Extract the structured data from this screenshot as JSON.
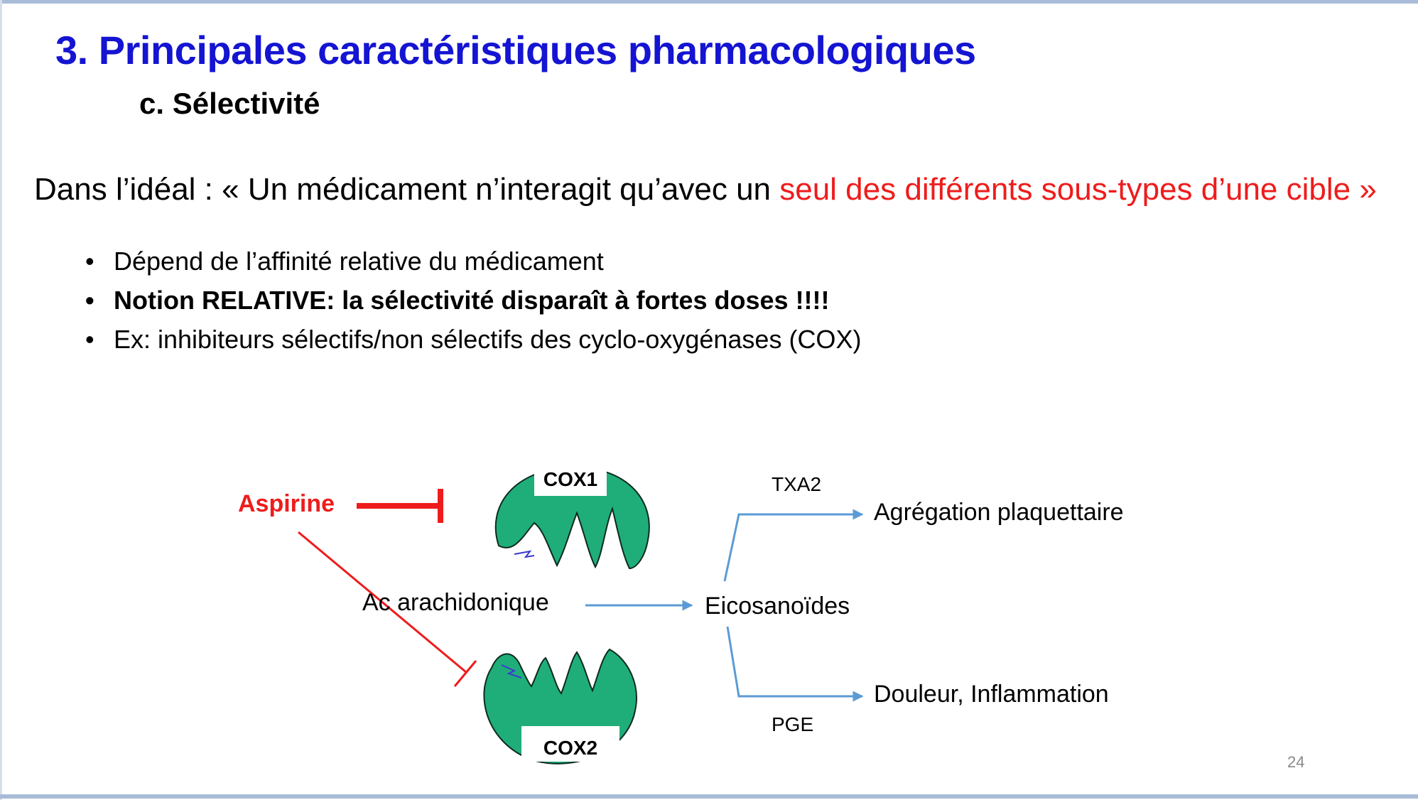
{
  "slide": {
    "title": "3. Principales caractéristiques pharmacologiques",
    "subtitle": "c. Sélectivité",
    "ideal_prefix": "Dans l’idéal : « Un médicament n’interagit qu’avec un ",
    "ideal_highlight": "seul des différents sous-types d’une cible »",
    "bullet_char": "•",
    "bullets": [
      "Dépend de l’affinité relative du médicament",
      "Notion RELATIVE: la sélectivité disparaît à fortes doses !!!!",
      "Ex: inhibiteurs sélectifs/non sélectifs des cyclo-oxygénases (COX)"
    ],
    "page_number": "24"
  },
  "diagram": {
    "aspirine": "Aspirine",
    "cox1": "COX1",
    "cox2": "COX2",
    "substrate": "Ac arachidonique",
    "product": "Eicosanoïdes",
    "branch_top_label": "TXA2",
    "branch_top_target": "Agrégation plaquettaire",
    "branch_bottom_label": "PGE",
    "branch_bottom_target": "Douleur, Inflammation"
  },
  "colors": {
    "title": "#1414d2",
    "highlight": "#ee1c1c",
    "enzyme": "#1fae7a",
    "arrow": "#5b9bd5",
    "inhibition": "#ee1c1c"
  }
}
